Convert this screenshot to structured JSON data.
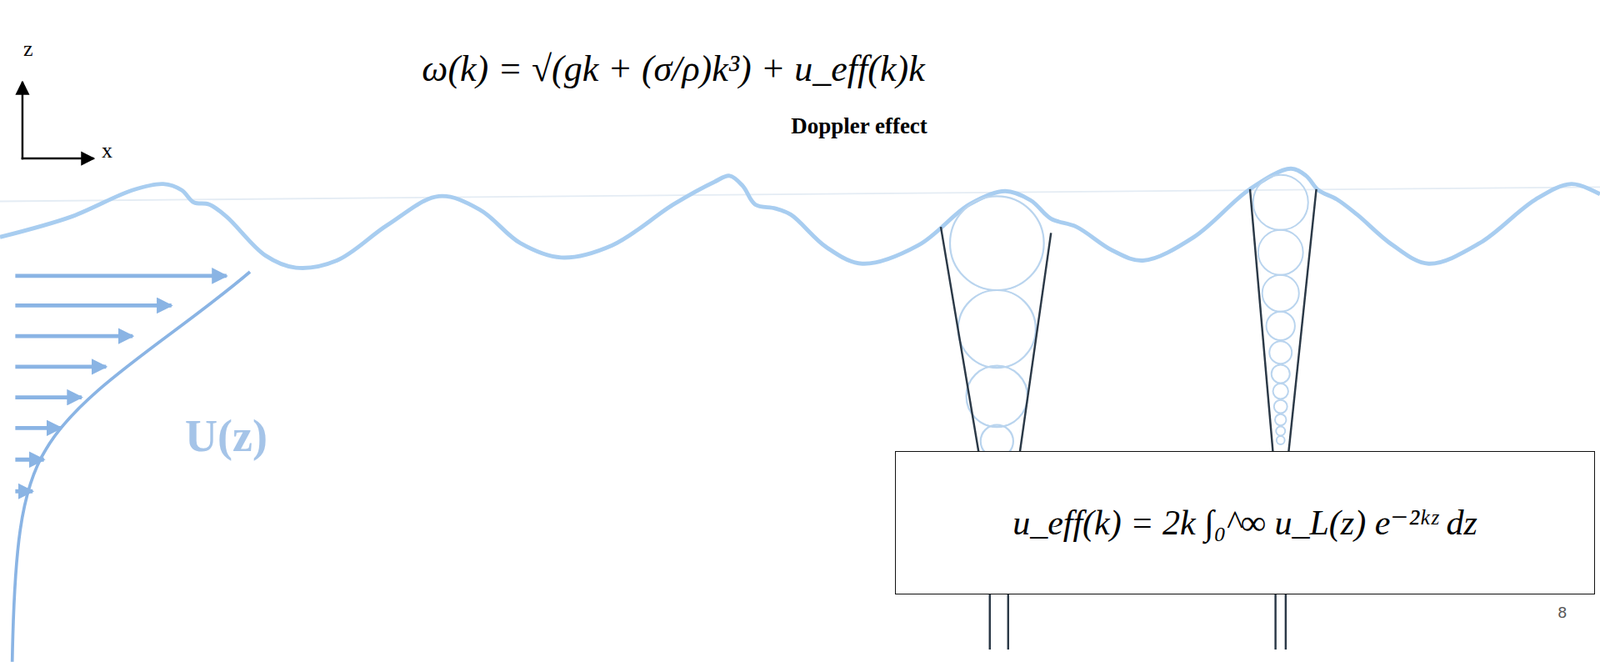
{
  "diagram": {
    "nodes": [
      {
        "text": [
          "u_eff(k) = 2k ∫₀^∞ u_L(z) e⁻²ᵏᶻ dz"
        ]
      }
    ],
    "labels": [
      "z",
      "ω(k) = √(gk + (σ/ρ)k³) + u_eff(k)k",
      "Doppler effect",
      "x",
      "U(z)",
      "8"
    ]
  }
}
